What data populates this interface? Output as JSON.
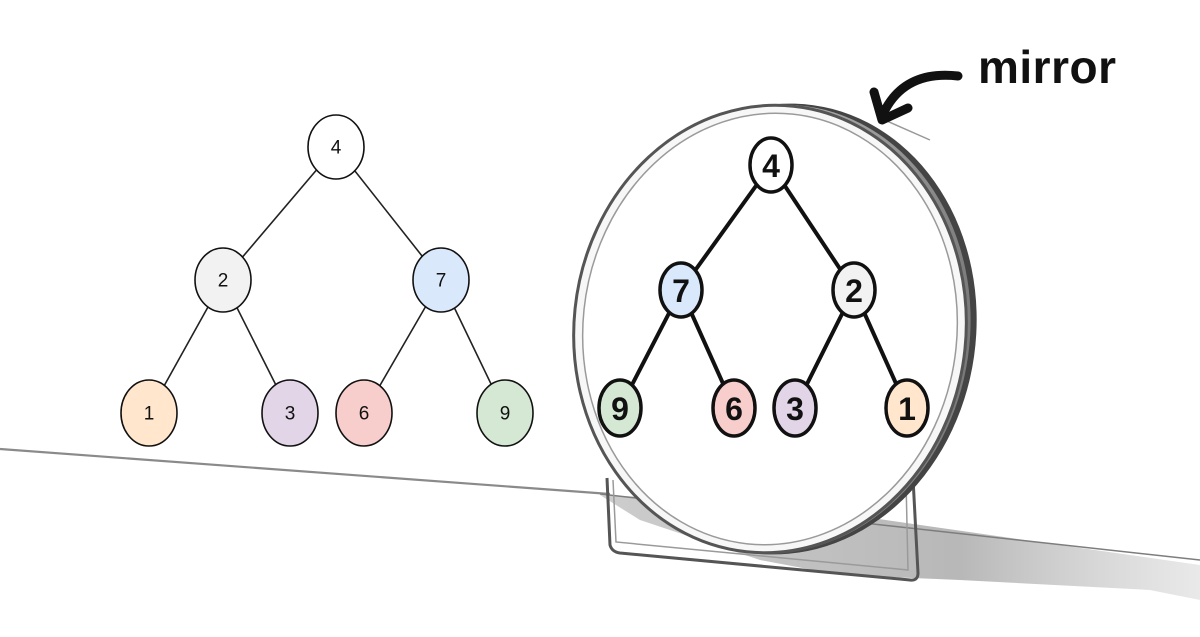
{
  "caption": "mirror",
  "original_tree": {
    "nodes": [
      {
        "id": "root",
        "label": "4",
        "color": "#ffffff"
      },
      {
        "id": "left",
        "label": "2",
        "color": "#f2f2f2"
      },
      {
        "id": "right",
        "label": "7",
        "color": "#dae8fc"
      },
      {
        "id": "ll",
        "label": "1",
        "color": "#ffe6cc"
      },
      {
        "id": "lr",
        "label": "3",
        "color": "#e1d5e7"
      },
      {
        "id": "rl",
        "label": "6",
        "color": "#f8cecc"
      },
      {
        "id": "rr",
        "label": "9",
        "color": "#d5e8d4"
      }
    ]
  },
  "mirrored_tree": {
    "nodes": [
      {
        "id": "root",
        "label": "4",
        "color": "#ffffff"
      },
      {
        "id": "left",
        "label": "7",
        "color": "#dae8fc"
      },
      {
        "id": "right",
        "label": "2",
        "color": "#f2f2f2"
      },
      {
        "id": "ll",
        "label": "9",
        "color": "#d5e8d4"
      },
      {
        "id": "lr",
        "label": "6",
        "color": "#f8cecc"
      },
      {
        "id": "rl",
        "label": "3",
        "color": "#e1d5e7"
      },
      {
        "id": "rr",
        "label": "1",
        "color": "#ffe6cc"
      }
    ]
  },
  "icons": {
    "arrow": "curved-arrow-icon",
    "mirror": "round-mirror-icon"
  }
}
